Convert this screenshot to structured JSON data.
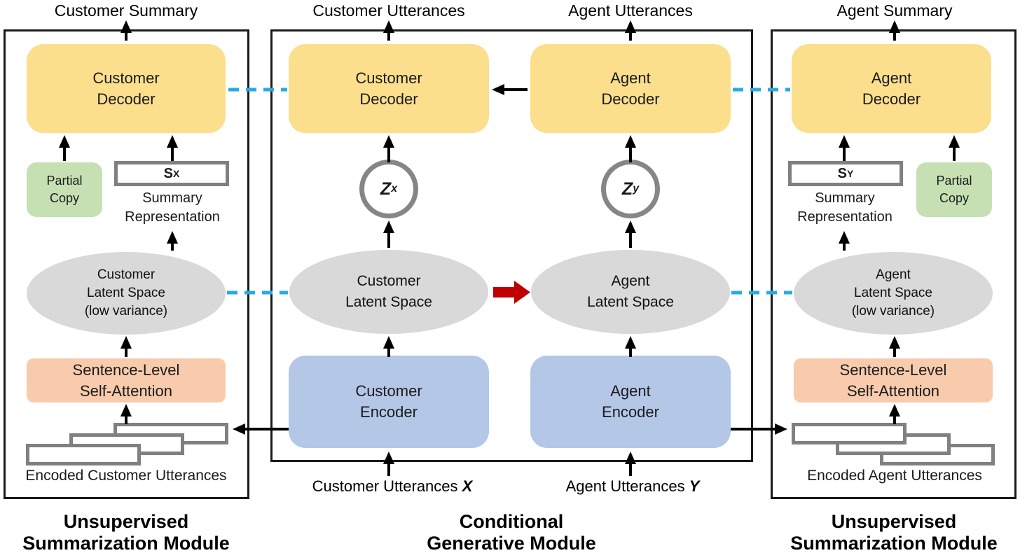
{
  "colors": {
    "decoder_fill": "#FBDF8D",
    "encoder_fill": "#B4C7E7",
    "partial_copy_fill": "#C6E0B4",
    "attention_fill": "#F8CBAD",
    "latent_fill": "#D9D9D9",
    "shape_border_gray": "#808080",
    "dash_cyan": "#29ABE2",
    "arrow_red": "#C00000"
  },
  "top_labels": {
    "customer_summary": "Customer Summary",
    "customer_utterances": "Customer Utterances",
    "agent_utterances": "Agent Utterances",
    "agent_summary": "Agent Summary"
  },
  "bottom_labels": {
    "customer_utterances_x": {
      "text": "Customer Utterances ",
      "var": "X"
    },
    "agent_utterances_y": {
      "text": "Agent Utterances ",
      "var": "Y"
    }
  },
  "captions": {
    "left": [
      "Unsupervised",
      "Summarization Module"
    ],
    "center": [
      "Conditional",
      "Generative Module"
    ],
    "right": [
      "Unsupervised",
      "Summarization Module"
    ]
  },
  "left_module": {
    "decoder": [
      "Customer",
      "Decoder"
    ],
    "partial_copy": [
      "Partial",
      "Copy"
    ],
    "summary_box": {
      "base": "S",
      "sub": "X"
    },
    "summary_label": [
      "Summary",
      "Representation"
    ],
    "latent": [
      "Customer",
      "Latent Space",
      "(low variance)"
    ],
    "attention": [
      "Sentence-Level",
      "Self-Attention"
    ],
    "encoded": "Encoded Customer Utterances"
  },
  "center_module": {
    "customer_decoder": [
      "Customer",
      "Decoder"
    ],
    "agent_decoder": [
      "Agent",
      "Decoder"
    ],
    "zx": {
      "base": "Z",
      "sub": "x"
    },
    "zy": {
      "base": "Z",
      "sub": "y"
    },
    "customer_latent": [
      "Customer",
      "Latent Space"
    ],
    "agent_latent": [
      "Agent",
      "Latent Space"
    ],
    "customer_encoder": [
      "Customer",
      "Encoder"
    ],
    "agent_encoder": [
      "Agent",
      "Encoder"
    ]
  },
  "right_module": {
    "decoder": [
      "Agent",
      "Decoder"
    ],
    "partial_copy": [
      "Partial",
      "Copy"
    ],
    "summary_box": {
      "base": "S",
      "sub": "Y"
    },
    "summary_label": [
      "Summary",
      "Representation"
    ],
    "latent": [
      "Agent",
      "Latent Space",
      "(low variance)"
    ],
    "attention": [
      "Sentence-Level",
      "Self-Attention"
    ],
    "encoded": "Encoded Agent Utterances"
  }
}
